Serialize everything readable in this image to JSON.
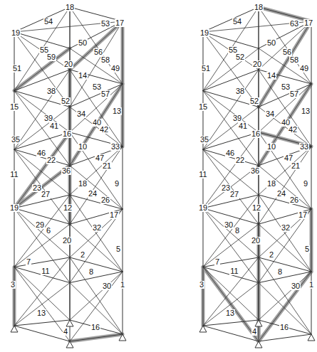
{
  "diagram": {
    "labels": [
      "54",
      "18",
      "53",
      "19",
      "55",
      "59",
      "50",
      "56",
      "17",
      "20",
      "58",
      "51",
      "14",
      "53",
      "57",
      "49",
      "38",
      "15",
      "52",
      "34",
      "13",
      "39",
      "41",
      "40",
      "42",
      "16",
      "35",
      "10",
      "33",
      "46",
      "22",
      "47",
      "21",
      "36",
      "11",
      "18",
      "9",
      "23",
      "27",
      "24",
      "26",
      "12",
      "19",
      "17",
      "29",
      "6",
      "20",
      "32",
      "7",
      "11",
      "5",
      "2",
      "8",
      "30",
      "3",
      "1",
      "13",
      "16",
      "4",
      "54",
      "18",
      "63",
      "19",
      "55",
      "52",
      "50",
      "56",
      "17",
      "20",
      "58",
      "51",
      "14",
      "53",
      "57",
      "49",
      "38",
      "15",
      "52",
      "34",
      "13",
      "39",
      "41",
      "40",
      "42",
      "16",
      "35",
      "10",
      "33",
      "46",
      "22",
      "47",
      "21",
      "36",
      "11",
      "18",
      "9",
      "23",
      "27",
      "24",
      "26",
      "12",
      "19",
      "17",
      "30",
      "8",
      "20",
      "32",
      "7",
      "11",
      "5",
      "2",
      "8",
      "30",
      "3",
      "1",
      "13",
      "16",
      "4"
    ]
  }
}
